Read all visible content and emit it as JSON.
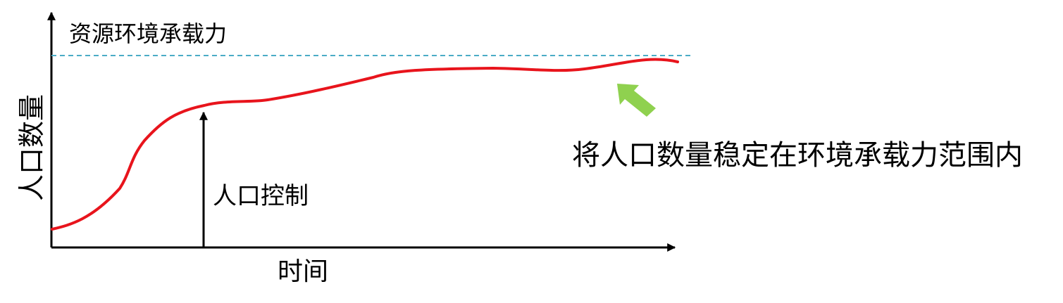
{
  "labels": {
    "capacity": "资源环境承载力",
    "y_axis": "人口数量",
    "x_axis": "时间",
    "control": "人口控制",
    "stabilize": "将人口数量稳定在环境承载力范围内"
  },
  "colors": {
    "axis": "#000000",
    "population_curve": "#e8141c",
    "capacity_line": "#4bacc6",
    "hint_arrow": "#8fd14f",
    "text": "#000000"
  }
}
